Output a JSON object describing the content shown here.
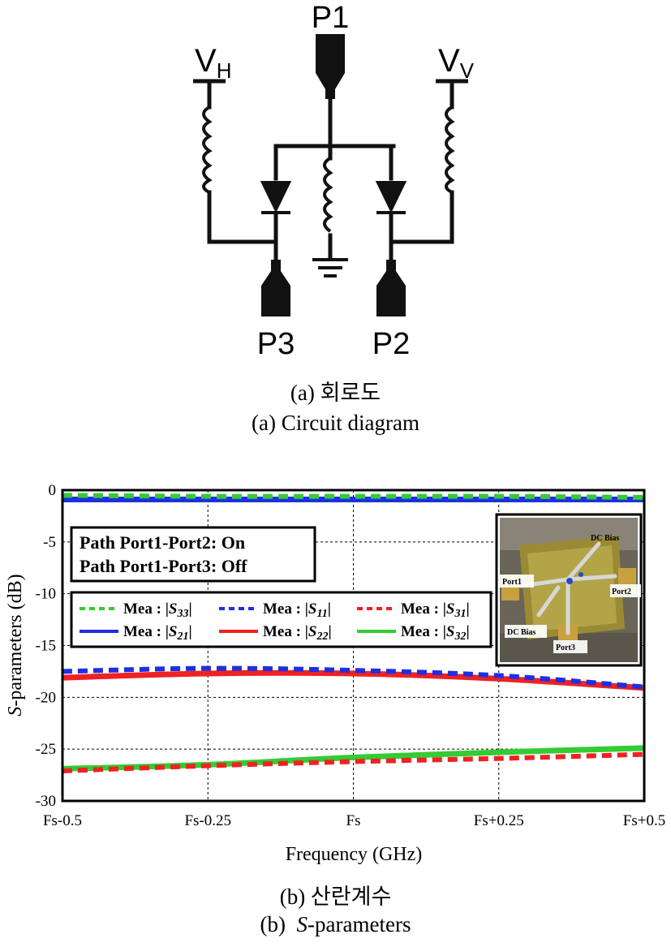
{
  "circuit": {
    "ports": {
      "p1": "P1",
      "p2": "P2",
      "p3": "P3"
    },
    "bias": {
      "vh_main": "V",
      "vh_sub": "H",
      "vv_main": "V",
      "vv_sub": "V"
    }
  },
  "captions": {
    "a_korean": "(a)  회로도",
    "a_english": "(a)  Circuit  diagram",
    "b_korean": "(b)  산란계수",
    "b_english_prefix": "(b)  ",
    "b_english_italic": "S",
    "b_english_rest": "-parameters"
  },
  "chart_data": {
    "type": "line",
    "title": "",
    "xlabel": "Frequency (GHz)",
    "ylabel_italic": "S",
    "ylabel_rest": "-parameters (dB)",
    "x_tick_labels": [
      "Fs-0.5",
      "Fs-0.25",
      "Fs",
      "Fs+0.25",
      "Fs+0.5"
    ],
    "x": [
      -0.5,
      -0.25,
      0,
      0.25,
      0.5
    ],
    "xlim": [
      -0.5,
      0.5
    ],
    "ylim": [
      -30,
      0
    ],
    "y_ticks": [
      0,
      -5,
      -10,
      -15,
      -20,
      -25,
      -30
    ],
    "grid": true,
    "annotation_lines": [
      "Path Port1-Port2: On",
      "Path Port1-Port3: Off"
    ],
    "series": [
      {
        "name": "Mea : |S33|",
        "label_prefix": "Mea : |",
        "sym": "S",
        "sub": "33",
        "color": "#33cc33",
        "style": "dashed",
        "values": [
          -0.5,
          -0.6,
          -0.6,
          -0.6,
          -0.7
        ]
      },
      {
        "name": "Mea : |S11|",
        "label_prefix": "Mea : |",
        "sym": "S",
        "sub": "11",
        "color": "#1f2fe0",
        "style": "dashed",
        "values": [
          -17.5,
          -17.2,
          -17.4,
          -17.9,
          -19.0
        ]
      },
      {
        "name": "Mea : |S31|",
        "label_prefix": "Mea : |",
        "sym": "S",
        "sub": "31",
        "color": "#ee2222",
        "style": "dashed",
        "values": [
          -27.1,
          -26.6,
          -26.2,
          -25.9,
          -25.5
        ]
      },
      {
        "name": "Mea : |S21|",
        "label_prefix": "Mea : |",
        "sym": "S",
        "sub": "21",
        "color": "#1f2fe0",
        "style": "solid",
        "values": [
          -0.9,
          -0.9,
          -0.9,
          -0.9,
          -0.9
        ]
      },
      {
        "name": "Mea : |S22|",
        "label_prefix": "Mea : |",
        "sym": "S",
        "sub": "22",
        "color": "#ee2222",
        "style": "solid",
        "values": [
          -18.1,
          -17.7,
          -17.7,
          -18.2,
          -19.1
        ]
      },
      {
        "name": "Mea : |S32|",
        "label_prefix": "Mea : |",
        "sym": "S",
        "sub": "32",
        "color": "#33cc33",
        "style": "solid",
        "values": [
          -26.9,
          -26.5,
          -25.8,
          -25.3,
          -24.9
        ]
      }
    ],
    "inset_labels": [
      "DC Bias",
      "Port1",
      "Port2",
      "DC Bias",
      "Port3"
    ]
  }
}
